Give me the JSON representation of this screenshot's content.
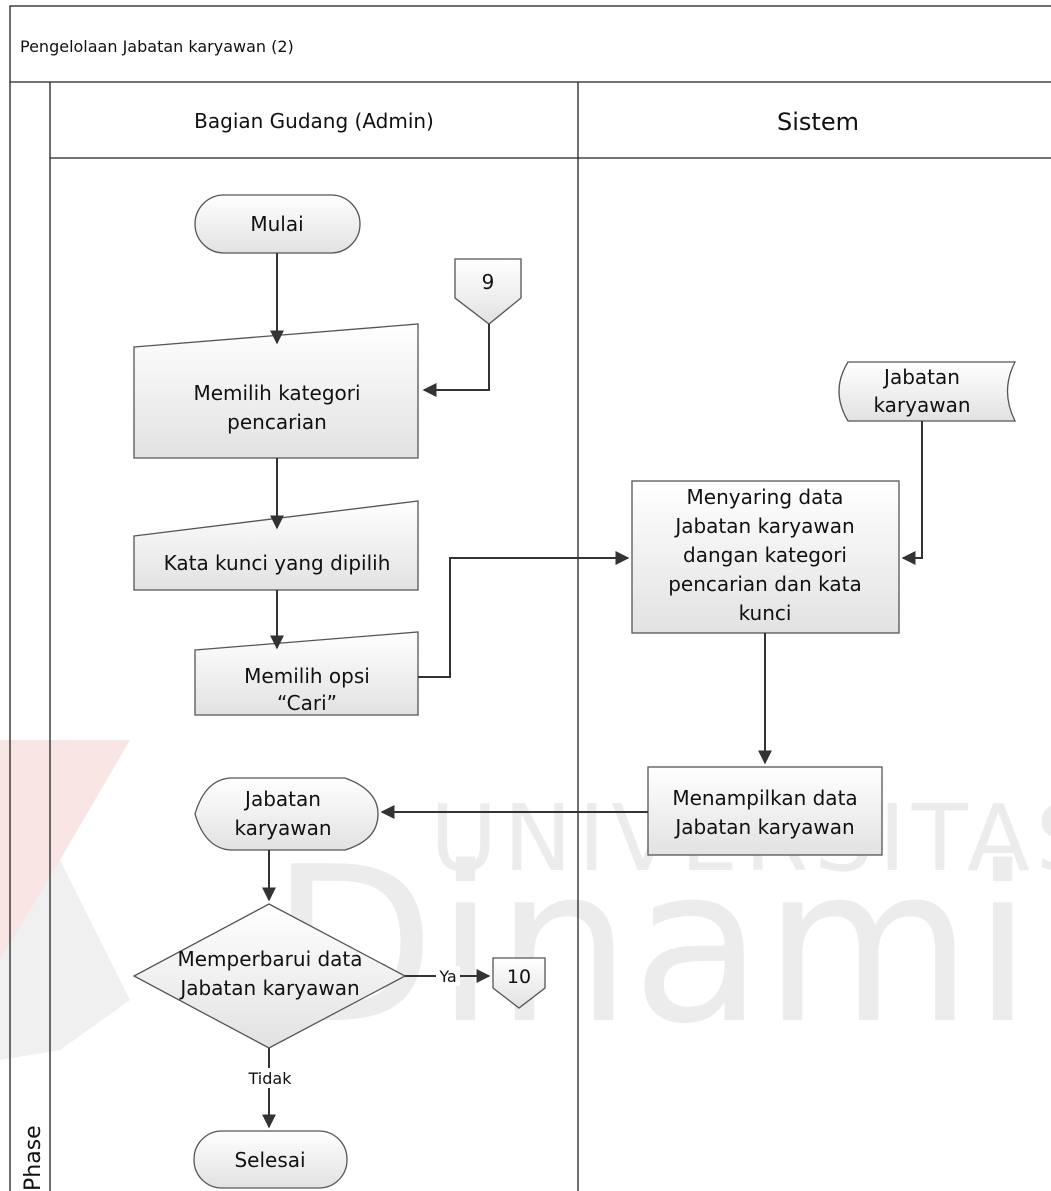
{
  "diagram": {
    "title": "Pengelolaan Jabatan karyawan (2)",
    "phase_label": "Phase",
    "lanes": [
      {
        "name": "Bagian Gudang (Admin)"
      },
      {
        "name": "Sistem"
      }
    ],
    "nodes": {
      "start": "Mulai",
      "connector_in": "9",
      "step1": [
        "Memilih kategori",
        "pencarian"
      ],
      "step2": "Kata kunci yang dipilih",
      "step3": [
        "Memilih opsi",
        "“Cari”"
      ],
      "db": [
        "Jabatan",
        "karyawan"
      ],
      "filter": [
        "Menyaring data",
        "Jabatan karyawan",
        "dangan kategori",
        "pencarian dan kata",
        "kunci"
      ],
      "show": [
        "Menampilkan data",
        "Jabatan karyawan"
      ],
      "display": [
        "Jabatan",
        "karyawan"
      ],
      "decision": [
        "Memperbarui data",
        "Jabatan karyawan"
      ],
      "connector_out": "10",
      "end": "Selesai"
    },
    "edge_labels": {
      "yes": "Ya",
      "no": "Tidak"
    }
  },
  "watermark": {
    "text1": "UNIVERSITAS",
    "text2": "Dinamika",
    "color": "#e8e8e8",
    "logo_colors": [
      "#f3c4c4",
      "#dcdcdc"
    ]
  }
}
